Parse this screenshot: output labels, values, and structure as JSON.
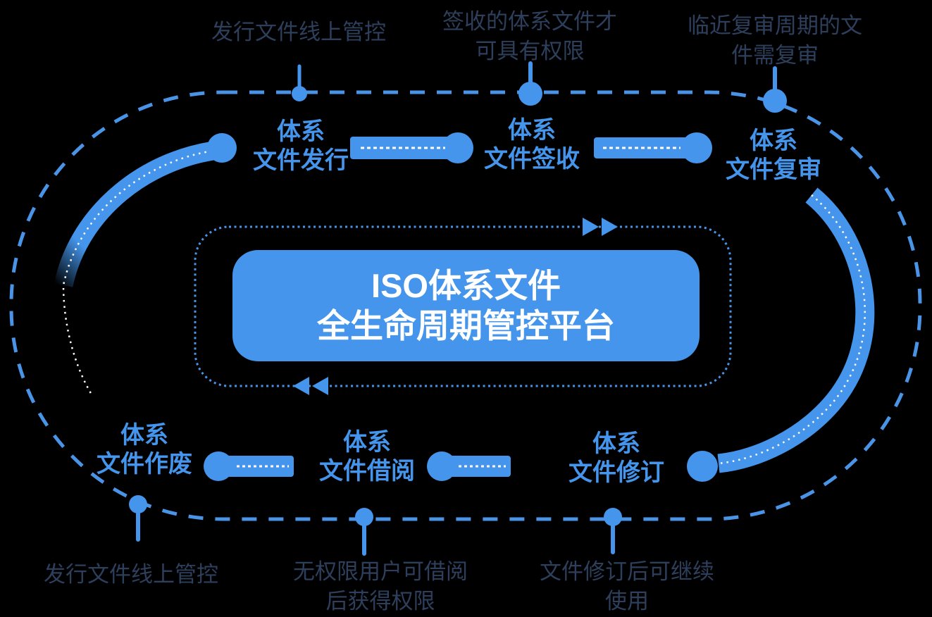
{
  "title": "ISO document lifecycle diagram",
  "colors": {
    "primary_blue": "#4495EB",
    "ring_blue": "#4A94E8",
    "dark_label": "#2E3F5C",
    "background": "#000000",
    "center_text": "#FFFFFF"
  },
  "center": {
    "line1": "ISO体系文件",
    "line2": "全生命周期管控平台"
  },
  "nodes": [
    {
      "id": "issue",
      "line1": "体系",
      "line2": "文件发行"
    },
    {
      "id": "sign",
      "line1": "体系",
      "line2": "文件签收"
    },
    {
      "id": "review",
      "line1": "体系",
      "line2": "文件复审"
    },
    {
      "id": "revise",
      "line1": "体系",
      "line2": "文件修订"
    },
    {
      "id": "borrow",
      "line1": "体系",
      "line2": "文件借阅"
    },
    {
      "id": "obsolete",
      "line1": "体系",
      "line2": "文件作废"
    }
  ],
  "callouts": [
    {
      "id": "top-left",
      "text": "发行文件线上管控"
    },
    {
      "id": "top-middle",
      "line1": "签收的体系文件才",
      "line2": "可具有权限"
    },
    {
      "id": "top-right",
      "line1": "临近复审周期的文",
      "line2": "件需复审"
    },
    {
      "id": "bottom-left",
      "text": "发行文件线上管控"
    },
    {
      "id": "bottom-middle",
      "line1": "无权限用户可借阅",
      "line2": "后获得权限"
    },
    {
      "id": "bottom-right",
      "line1": "文件修订后可继续",
      "line2": "使用"
    }
  ]
}
